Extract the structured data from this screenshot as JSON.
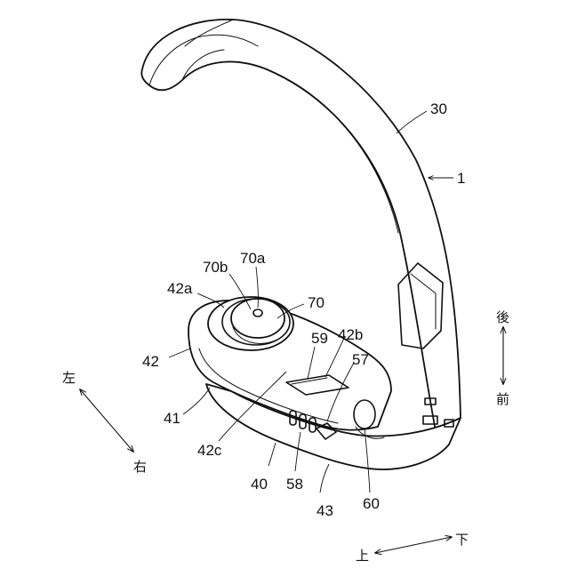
{
  "labels": {
    "l30": "30",
    "l1": "1",
    "l70a": "70a",
    "l70b": "70b",
    "l42a": "42a",
    "l70": "70",
    "l59": "59",
    "l42b": "42b",
    "l42": "42",
    "l57": "57",
    "l41": "41",
    "l42c": "42c",
    "l40": "40",
    "l58": "58",
    "l43": "43",
    "l60": "60"
  },
  "directions": {
    "left": "左",
    "right": "右",
    "back": "後",
    "front": "前",
    "up": "上",
    "down": "下"
  }
}
